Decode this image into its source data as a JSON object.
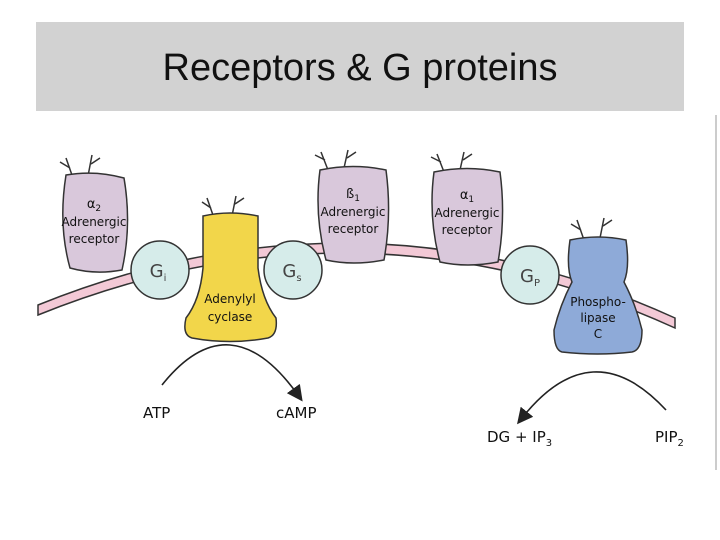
{
  "title": "Receptors & G proteins",
  "labels": {
    "alpha2": {
      "symbol": "α",
      "sub": "2",
      "line2": "Adrenergic",
      "line3": "receptor"
    },
    "beta1": {
      "symbol": "ß",
      "sub": "1",
      "line2": "Adrenergic",
      "line3": "receptor"
    },
    "alpha1": {
      "symbol": "α",
      "sub": "1",
      "line2": "Adrenergic",
      "line3": "receptor"
    },
    "gi": {
      "main": "G",
      "sub": "i"
    },
    "gs": {
      "main": "G",
      "sub": "s"
    },
    "gp": {
      "main": "G",
      "sub": "P"
    },
    "adenylyl": {
      "line1": "Adenylyl",
      "line2": "cyclase"
    },
    "phospholipase": {
      "line1": "Phospho-",
      "line2": "lipase",
      "line3": "C"
    },
    "atp": "ATP",
    "camp": "cAMP",
    "dg_ip3": {
      "main": "DG + IP",
      "sub": "3"
    },
    "pip2": {
      "main": "PIP",
      "sub": "2"
    }
  },
  "colors": {
    "receptor": "#d9c8db",
    "adenylyl": "#f2d64a",
    "gprotein": "#d6ecea",
    "phospholipase": "#8eaad8",
    "membrane": "#f3c9d6"
  }
}
